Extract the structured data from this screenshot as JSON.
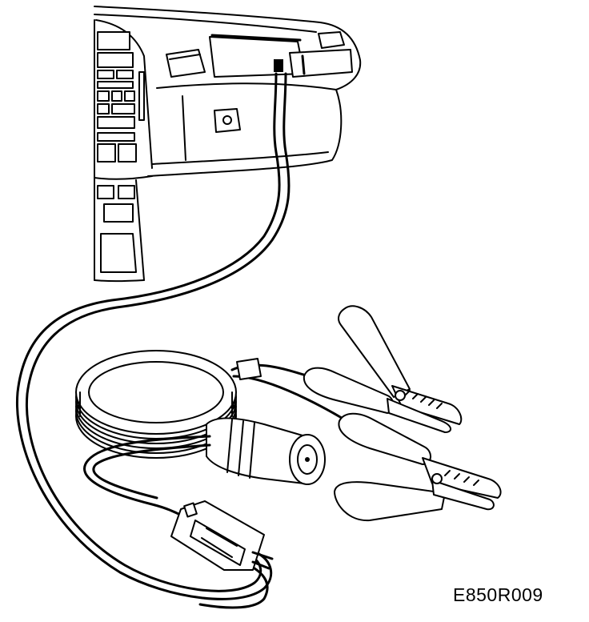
{
  "figure": {
    "code": "E850R009"
  },
  "icons": {
    "dashboard": "car-dashboard-illustration",
    "cable": "diagnostic-cable",
    "coil": "coiled-cable",
    "plug": "cigarette-lighter-plug",
    "clamp_upper": "alligator-clip",
    "clamp_lower": "alligator-clip",
    "connector": "cable-connector"
  },
  "colors": {
    "line": "#000000",
    "background": "#ffffff"
  }
}
